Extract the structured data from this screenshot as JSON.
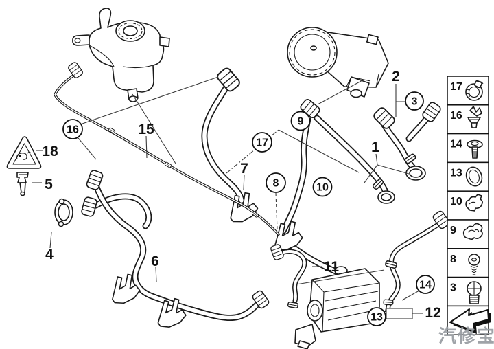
{
  "diagram": {
    "kind": "cooling-system-water-hoses-parts-diagram",
    "background_color": "#ffffff",
    "line_color": "#1a1a1a"
  },
  "callouts": {
    "circled": [
      {
        "label": "16"
      },
      {
        "label": "17"
      },
      {
        "label": "9"
      },
      {
        "label": "3"
      },
      {
        "label": "8"
      },
      {
        "label": "10"
      },
      {
        "label": "14"
      },
      {
        "label": "13"
      }
    ],
    "plain": [
      {
        "label": "18"
      },
      {
        "label": "5"
      },
      {
        "label": "4"
      },
      {
        "label": "6"
      },
      {
        "label": "15"
      },
      {
        "label": "7"
      },
      {
        "label": "2"
      },
      {
        "label": "1"
      },
      {
        "label": "11"
      },
      {
        "label": "12"
      }
    ]
  },
  "sidebar": {
    "cells": [
      {
        "number": "17",
        "icon": "hose-clamp-icon"
      },
      {
        "number": "16",
        "icon": "expanding-rivet-icon"
      },
      {
        "number": "14",
        "icon": "screw-icon"
      },
      {
        "number": "13",
        "icon": "o-ring-icon"
      },
      {
        "number": "10",
        "icon": "hose-clip-icon"
      },
      {
        "number": "9",
        "icon": "double-clip-icon"
      },
      {
        "number": "8",
        "icon": "spring-screw-icon"
      },
      {
        "number": "3",
        "icon": "plug-screw-icon"
      }
    ],
    "back_arrow_icon": "back-arrow-icon"
  },
  "watermark": {
    "text": "汽修宝",
    "color": "#979ca1"
  }
}
